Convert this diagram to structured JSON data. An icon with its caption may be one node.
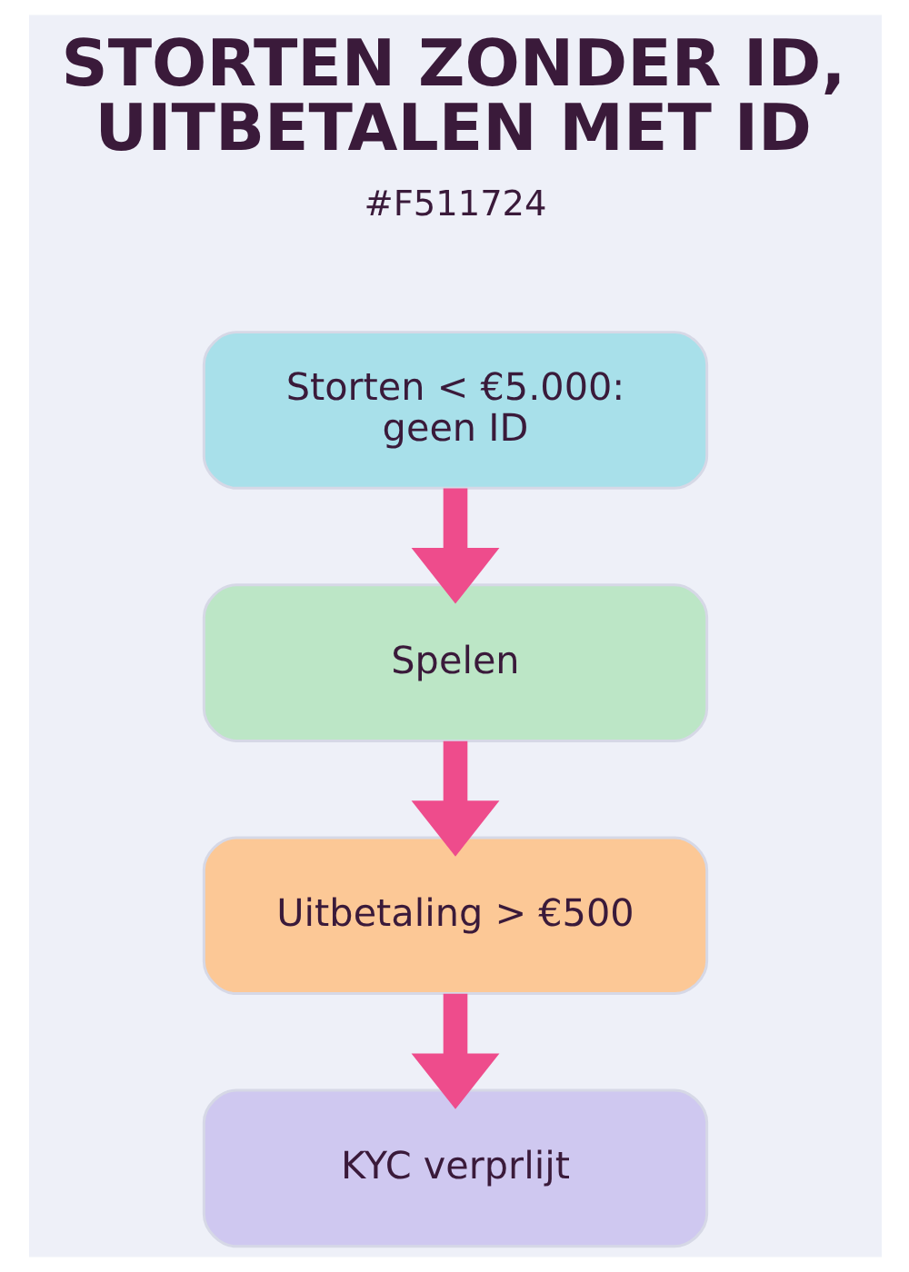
{
  "diagram": {
    "title": "STORTEN ZONDER ID, UITBETALEN MET ID",
    "nodes": [
      {
        "text": [
          "Storten < €5.000: geen ID"
        ]
      },
      {
        "text": [
          "Spelen"
        ]
      },
      {
        "text": [
          "Uitbetaling > €500"
        ]
      },
      {
        "text": [
          "KYC verprlijt"
        ]
      }
    ],
    "edges": [
      {
        "from": 0,
        "to": 1,
        "arrow": "to"
      },
      {
        "from": 1,
        "to": 2,
        "arrow": "to"
      },
      {
        "from": 2,
        "to": 3,
        "arrow": "to"
      }
    ],
    "labels": [
      "#F511724"
    ]
  }
}
